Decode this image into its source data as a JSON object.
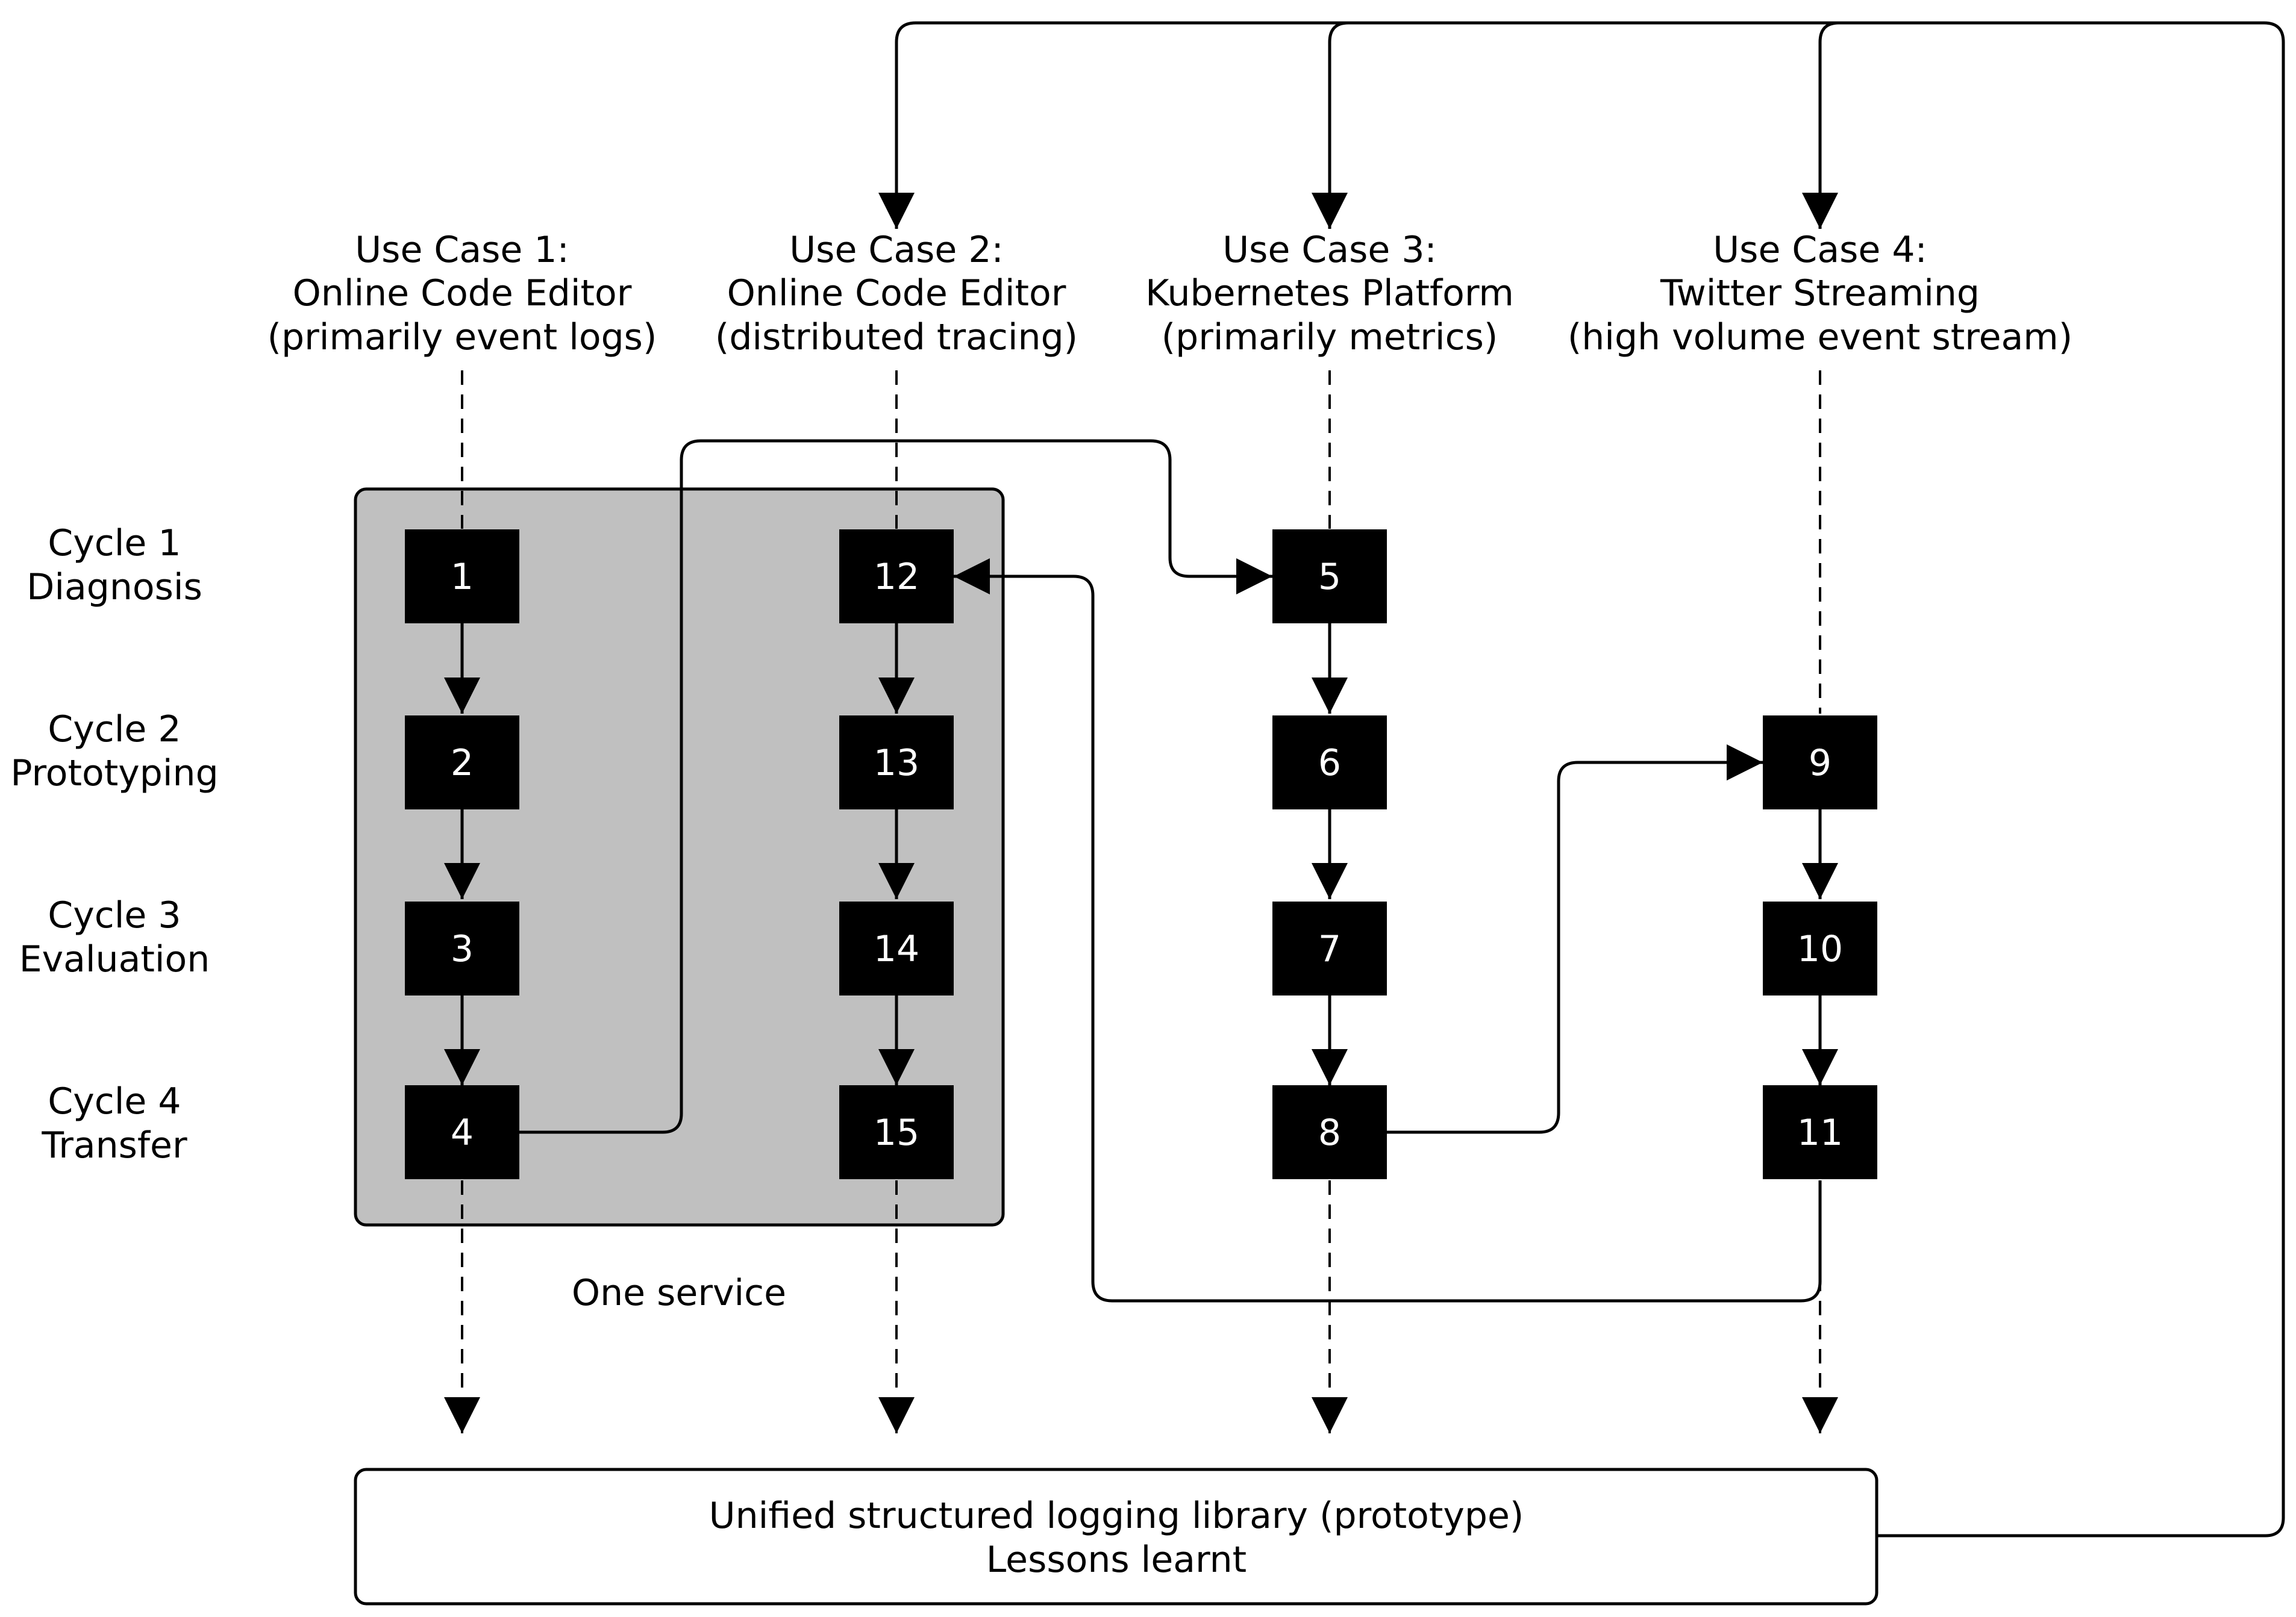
{
  "use_cases": [
    {
      "lines": [
        "Use Case 1:",
        "Online Code Editor",
        "(primarily event logs)"
      ]
    },
    {
      "lines": [
        "Use Case 2:",
        "Online Code Editor",
        "(distributed tracing)"
      ]
    },
    {
      "lines": [
        "Use Case 3:",
        "Kubernetes Platform",
        "(primarily metrics)"
      ]
    },
    {
      "lines": [
        "Use Case 4:",
        "Twitter Streaming",
        "(high volume event stream)"
      ]
    }
  ],
  "cycles": [
    {
      "lines": [
        "Cycle 1",
        "Diagnosis"
      ]
    },
    {
      "lines": [
        "Cycle 2",
        "Prototyping"
      ]
    },
    {
      "lines": [
        "Cycle 3",
        "Evaluation"
      ]
    },
    {
      "lines": [
        "Cycle 4",
        "Transfer"
      ]
    }
  ],
  "steps": [
    [
      "1",
      "2",
      "3",
      "4"
    ],
    [
      "12",
      "13",
      "14",
      "15"
    ],
    [
      "5",
      "6",
      "7",
      "8"
    ],
    [
      "",
      "9",
      "10",
      "11"
    ]
  ],
  "group_label": "One service",
  "library": {
    "lines": [
      "Unified structured logging library (prototype)",
      "Lessons learnt"
    ]
  },
  "colors": {
    "box_fill": "#000000",
    "group_fill": "#c0c0c0",
    "line": "#000000"
  }
}
